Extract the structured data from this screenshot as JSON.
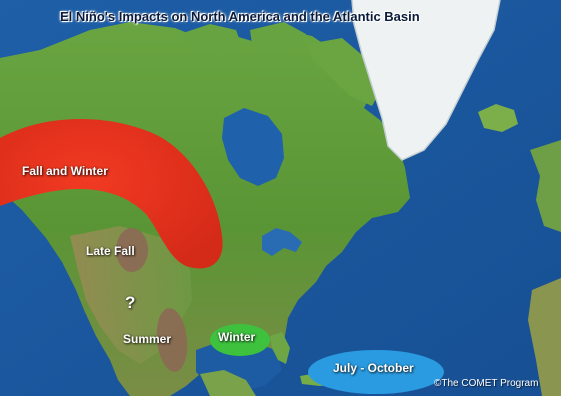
{
  "map": {
    "title": "El Niño's Impacts on North America and the Atlantic Basin",
    "credit": "©The COMET Program",
    "colors": {
      "ocean": "#1b5aa0",
      "land": "#5f9b3a",
      "greenland_ice": "#eef2f2",
      "fall_winter_region": "#e8301e",
      "late_fall_region": "#8b6a55",
      "summer_region": "#8b6a55",
      "winter_region": "#3ec23e",
      "july_october_region": "#2a9be0"
    },
    "regions": [
      {
        "id": "fall-winter",
        "label": "Fall and Winter"
      },
      {
        "id": "late-fall",
        "label": "Late Fall"
      },
      {
        "id": "uncertain",
        "label": "?"
      },
      {
        "id": "summer",
        "label": "Summer"
      },
      {
        "id": "winter",
        "label": "Winter"
      },
      {
        "id": "july-october",
        "label": "July - October"
      }
    ]
  }
}
